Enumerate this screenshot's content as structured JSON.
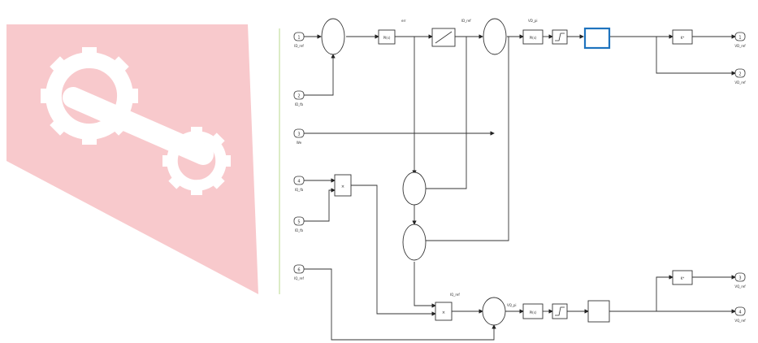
{
  "watermark": {
    "shape_color": "#f8c9cc",
    "gear_color": "#ffffff"
  },
  "ports_in": [
    {
      "id": "in-1",
      "num": "1",
      "label": "ID_ref"
    },
    {
      "id": "in-2",
      "num": "2",
      "label": "ID_fb"
    },
    {
      "id": "in-3",
      "num": "3",
      "label": "We"
    },
    {
      "id": "in-4",
      "num": "4",
      "label": "IQ_fb"
    },
    {
      "id": "in-5",
      "num": "5",
      "label": "ID_fb"
    },
    {
      "id": "in-6",
      "num": "6",
      "label": "IQ_ref"
    }
  ],
  "ports_out": [
    {
      "id": "out-1",
      "num": "1",
      "label": "VD_ref"
    },
    {
      "id": "out-2",
      "num": "2",
      "label": "VD_ref"
    },
    {
      "id": "out-3",
      "num": "3",
      "label": "VQ_ref"
    },
    {
      "id": "out-4",
      "num": "4",
      "label": "VQ_ref"
    }
  ],
  "signal_labels": {
    "err": "err",
    "id_ref": "ID_ref",
    "vd_pi": "VD_pi",
    "iq_ref": "IQ_ref",
    "vq_pi": "VQ_pi"
  },
  "blocks": {
    "pi_d": "PI(s)",
    "pi_dd": "PI(s)",
    "pi_q": "PI(s)",
    "gain_d": "K*",
    "gain_q": "K*",
    "product": "×",
    "product_q": "×"
  },
  "highlight_color": "#1e73be"
}
